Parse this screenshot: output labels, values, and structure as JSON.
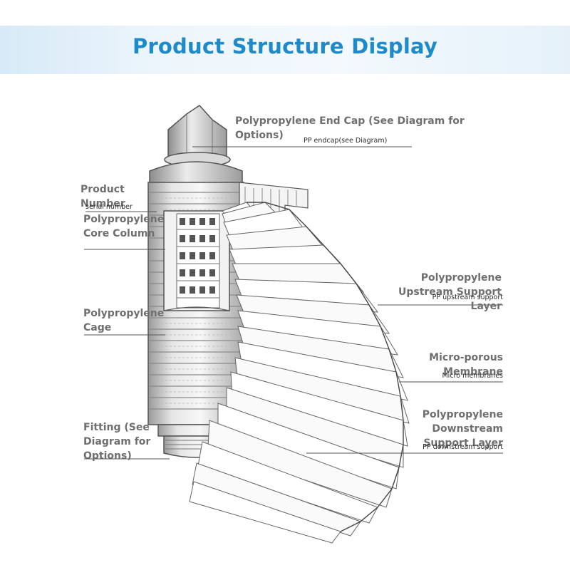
{
  "header": {
    "title": "Product Structure Display"
  },
  "labels": {
    "end_cap": "Polypropylene End Cap (See Diagram for Options)",
    "end_cap_sub": "PP endcap(see Diagram)",
    "product_number": "Product Number",
    "product_number_sub": "serial number",
    "core_column": "Polypropylene Core Column",
    "cage": "Polypropylene Cage",
    "upstream": "Polypropylene Upstream Support Layer",
    "upstream_sub": "PP upstream support",
    "membrane": "Micro-porous Membrane",
    "membrane_sub": "Micro membranes",
    "downstream": "Polypropylene Downstream Support Layer",
    "downstream_sub": "PP downstream support",
    "fitting": "Fitting (See Diagram for Options)"
  },
  "colors": {
    "title": "#1e8ac9",
    "label": "#6f6f6f",
    "leader": "#555555"
  }
}
